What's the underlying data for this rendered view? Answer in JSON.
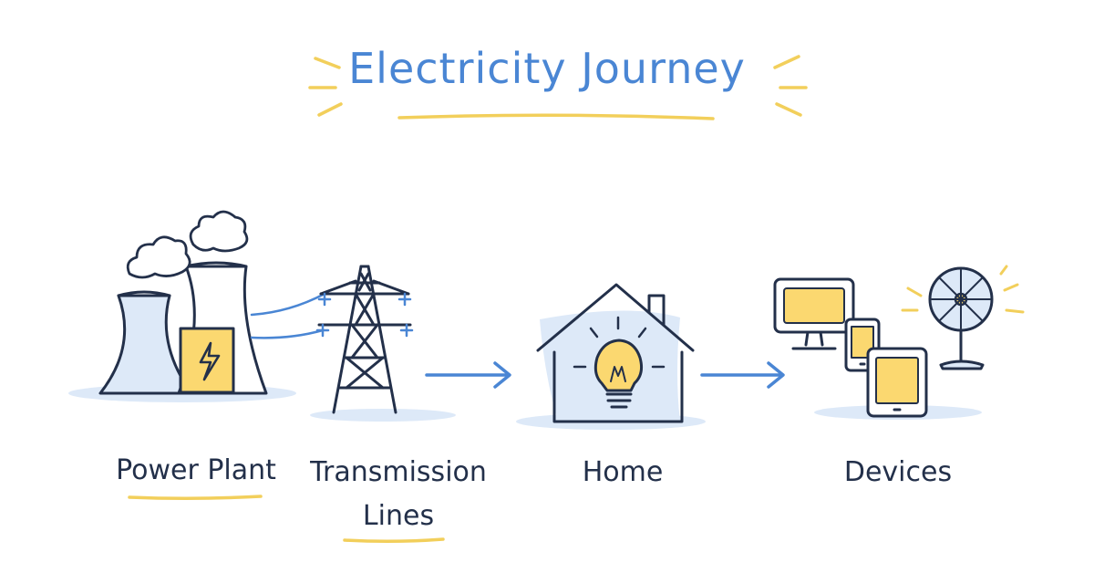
{
  "title": "Electricity Journey",
  "colors": {
    "ink": "#23304a",
    "accent_blue": "#4a86d4",
    "soft_blue": "#dde9f8",
    "highlight_yellow": "#f2cf5b",
    "screen_yellow": "#fbd870"
  },
  "stages": [
    {
      "id": "power-plant",
      "label": "Power Plant",
      "icon": "cooling-towers-icon",
      "underlined": true
    },
    {
      "id": "transmission-lines",
      "label_line1": "Transmission",
      "label_line2": "Lines",
      "icon": "pylon-icon",
      "underlined": true
    },
    {
      "id": "home",
      "label": "Home",
      "icon": "house-lightbulb-icon",
      "underlined": false
    },
    {
      "id": "devices",
      "label": "Devices",
      "icon": "devices-icon",
      "underlined": false
    }
  ],
  "connectors": [
    {
      "from": "transmission-lines",
      "to": "home",
      "icon": "arrow-right-icon"
    },
    {
      "from": "home",
      "to": "devices",
      "icon": "arrow-right-icon"
    }
  ]
}
